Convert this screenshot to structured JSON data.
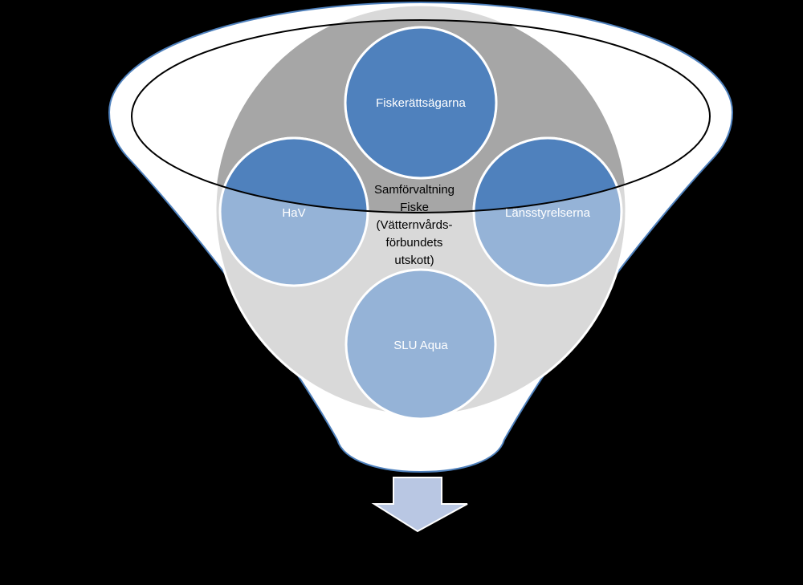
{
  "diagram": {
    "members": {
      "top": "Fiskerättsägarna",
      "left": "HaV",
      "right": "Länsstyrelserna",
      "bottom": "SLU Aqua"
    },
    "center_lines": [
      "Samförvaltning",
      "Fiske",
      "(Vätternvårds-",
      "förbundets",
      "utskott)"
    ],
    "colors": {
      "background": "#000000",
      "funnel_fill": "#ffffff",
      "funnel_stroke": "#4f81bd",
      "grey_circle": "#d9d9d9",
      "grey_circle_dark": "#a6a6a6",
      "member_dark": "#4f81bd",
      "member_light": "#95b3d7",
      "member_stroke": "#ffffff",
      "arrow_fill": "#b9c7e3",
      "arrow_stroke": "#ffffff",
      "member_text": "#ffffff",
      "center_text": "#000000"
    }
  }
}
